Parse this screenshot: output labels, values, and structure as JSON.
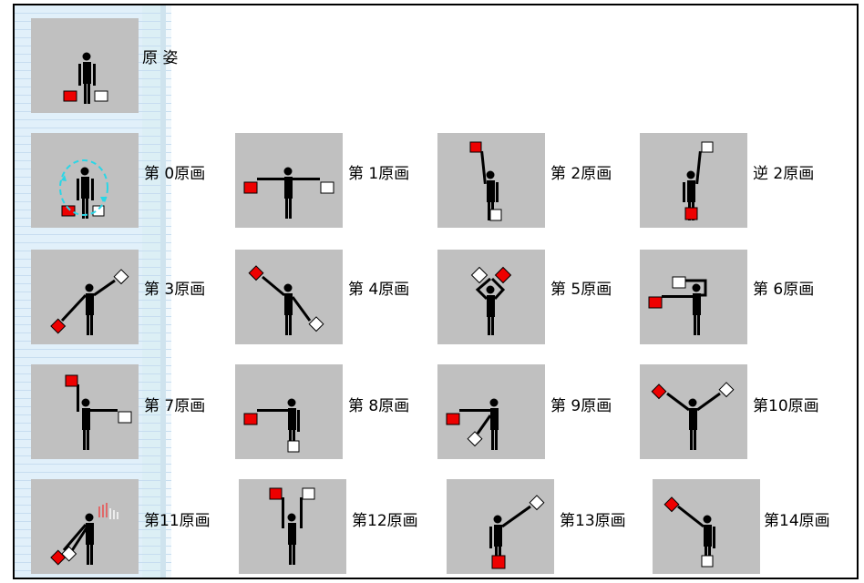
{
  "labels": {
    "genshi": "原 姿",
    "g0": "第 0原画",
    "g1": "第 1原画",
    "g2": "第 2原画",
    "gr2": "逆 2原画",
    "g3": "第 3原画",
    "g4": "第 4原画",
    "g5": "第 5原画",
    "g6": "第 6原画",
    "g7": "第 7原画",
    "g8": "第 8原画",
    "g9": "第 9原画",
    "g10": "第10原画",
    "g11": "第11原画",
    "g12": "第12原画",
    "g13": "第13原画",
    "g14": "第14原画"
  },
  "colors": {
    "tile_bg": "#c0c0c0",
    "flag_red": "#ee0000",
    "flag_white": "#ffffff",
    "figure": "#000000",
    "motion_ring": "#2ad6e6"
  }
}
